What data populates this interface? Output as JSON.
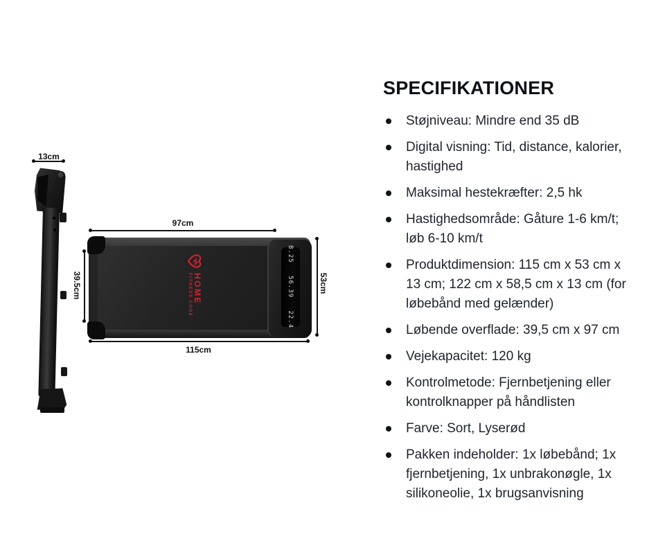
{
  "specs": {
    "title": "SPECIFIKATIONER",
    "items": [
      "Støjniveau: Mindre end 35 dB",
      "Digital visning: Tid, distance, kalorier, hastighed",
      "Maksimal hestekræfter: 2,5 hk",
      "Hastighedsområde: Gåture 1-6 km/t; løb 6-10 km/t",
      "Produktdimension: 115 cm x 53 cm x 13 cm; 122 cm x 58,5 cm x 13 cm (for løbebånd med gelænder)",
      "Løbende overflade: 39,5 cm x 97 cm",
      "Vejekapacitet: 120 kg",
      "Kontrolmetode: Fjernbetjening eller kontrolknapper på håndlisten",
      "Farve: Sort, Lyserød",
      "Pakken indeholder: 1x løbebånd; 1x fjernbetjening, 1x unbrakonøgle, 1x silikoneolie, 1x brugsanvisning"
    ]
  },
  "diagram": {
    "dimensions": {
      "folded_width": "13cm",
      "running_surface_length": "97cm",
      "total_length": "115cm",
      "running_surface_width": "39.5cm",
      "total_width": "53cm"
    },
    "top_view": {
      "logo": {
        "line1": "HOME",
        "line2": "FITNESS CODE"
      },
      "display_values": [
        "8.25",
        "56.39",
        "22.4"
      ]
    },
    "colors": {
      "background": "#ffffff",
      "body_black": "#232323",
      "brand_red": "#d6202f",
      "dimension_ink": "#141414",
      "text": "#20242e"
    }
  }
}
